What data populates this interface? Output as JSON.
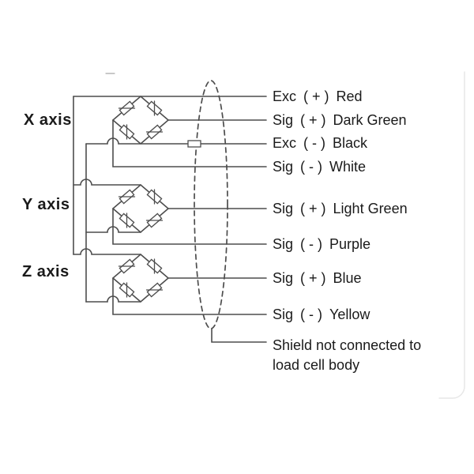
{
  "diagram": {
    "type": "load-cell-3-axis-wiring-schematic",
    "axes": [
      {
        "label": "X axis"
      },
      {
        "label": "Y axis"
      },
      {
        "label": "Z axis"
      }
    ],
    "wires": [
      {
        "signal": "Exc",
        "polarity": "( + )",
        "color_name": "Red"
      },
      {
        "signal": "Sig",
        "polarity": "( + )",
        "color_name": "Dark Green"
      },
      {
        "signal": "Exc",
        "polarity": "( - )",
        "color_name": "Black"
      },
      {
        "signal": "Sig",
        "polarity": "( - )",
        "color_name": "White"
      },
      {
        "signal": "Sig",
        "polarity": "( + )",
        "color_name": "Light Green"
      },
      {
        "signal": "Sig",
        "polarity": "( - )",
        "color_name": "Purple"
      },
      {
        "signal": "Sig",
        "polarity": "( + )",
        "color_name": "Blue"
      },
      {
        "signal": "Sig",
        "polarity": "( - )",
        "color_name": "Yellow"
      }
    ],
    "shield_note": {
      "line1": "Shield not connected to",
      "line2": "load cell body"
    },
    "colors": {
      "wire": "#4d4d4d",
      "text": "#1a1a1a",
      "background": "#ffffff"
    }
  }
}
